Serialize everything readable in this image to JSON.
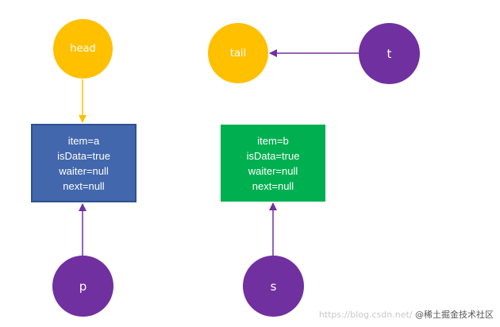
{
  "colors": {
    "yellow": "#FFC000",
    "purple": "#7030A0",
    "blue_node": "#4367AC",
    "green_node": "#00B050",
    "arrow_yellow": "#FFC000",
    "arrow_purple": "#7030A0"
  },
  "pointers": {
    "head": "head",
    "tail": "tail",
    "t": "t",
    "p": "p",
    "s": "s"
  },
  "node_a": {
    "item": "item=a",
    "isData": "isData=true",
    "waiter": "waiter=null",
    "next": "next=null"
  },
  "node_b": {
    "item": "item=b",
    "isData": "isData=true",
    "waiter": "waiter=null",
    "next": "next=null"
  },
  "watermark": {
    "url": "https://blog.csdn.net/",
    "brand": "@稀土掘金技术社区"
  }
}
